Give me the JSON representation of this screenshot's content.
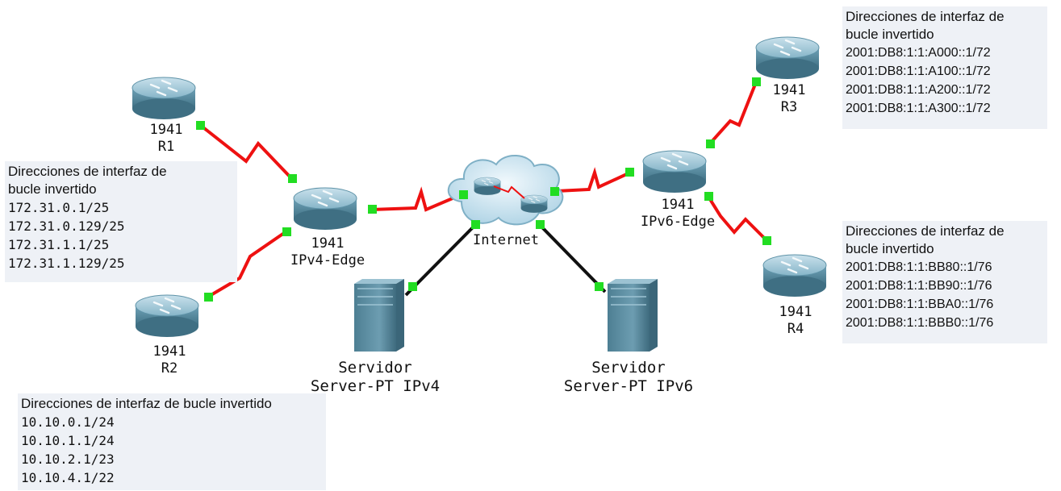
{
  "devices": {
    "r1": {
      "model": "1941",
      "name": "R1"
    },
    "r2": {
      "model": "1941",
      "name": "R2"
    },
    "r3": {
      "model": "1941",
      "name": "R3"
    },
    "r4": {
      "model": "1941",
      "name": "R4"
    },
    "ipv4_edge": {
      "model": "1941",
      "name": "IPv4-Edge"
    },
    "ipv6_edge": {
      "model": "1941",
      "name": "IPv6-Edge"
    },
    "internet": {
      "name": "Internet"
    },
    "server_ipv4": {
      "line1": "Servidor",
      "line2": "Server-PT IPv4"
    },
    "server_ipv6": {
      "line1": "Servidor",
      "line2": "Server-PT IPv6"
    }
  },
  "notes": {
    "left": {
      "title_l1": "Direcciones de interfaz de",
      "title_l2": "bucle invertido",
      "addresses": [
        "172.31.0.1/25",
        "172.31.0.129/25",
        "172.31.1.1/25",
        "172.31.1.129/25"
      ]
    },
    "bottom": {
      "title": "Direcciones de interfaz de bucle invertido",
      "addresses": [
        "10.10.0.1/24",
        "10.10.1.1/24",
        "10.10.2.1/23",
        "10.10.4.1/22"
      ]
    },
    "top_right": {
      "title_l1": "Direcciones de interfaz de",
      "title_l2": "bucle invertido",
      "addresses": [
        "2001:DB8:1:1:A000::1/72",
        "2001:DB8:1:1:A100::1/72",
        "2001:DB8:1:1:A200::1/72",
        "2001:DB8:1:1:A300::1/72"
      ]
    },
    "right": {
      "title_l1": "Direcciones de interfaz de",
      "title_l2": "bucle invertido",
      "addresses": [
        "2001:DB8:1:1:BB80::1/76",
        "2001:DB8:1:1:BB90::1/76",
        "2001:DB8:1:1:BBA0::1/76",
        "2001:DB8:1:1:BBB0::1/76"
      ]
    }
  },
  "colors": {
    "serial_link": "#ee1111",
    "ethernet_link": "#111111",
    "port": "#22dd22",
    "router": "#7fb0c4",
    "server": "#5e8fa3",
    "note_bg": "#eef1f6"
  }
}
